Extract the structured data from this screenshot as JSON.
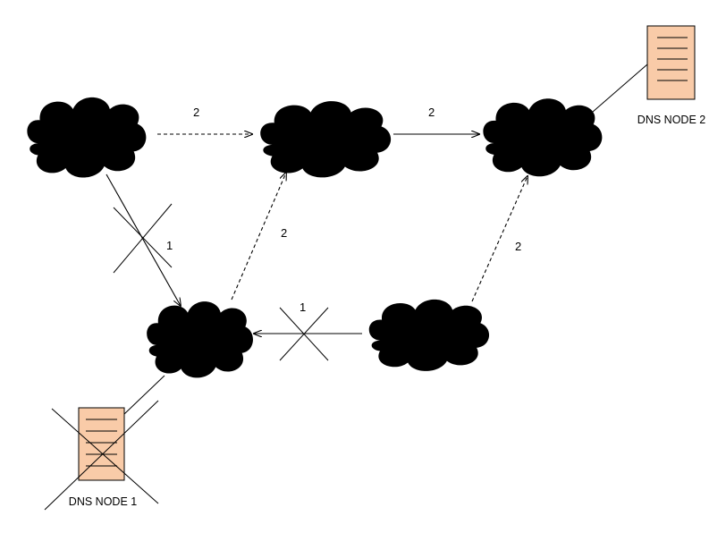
{
  "nodes": {
    "dns_node_1": {
      "label": "DNS NODE 1",
      "status": "failed"
    },
    "dns_node_2": {
      "label": "DNS NODE 2",
      "status": "active"
    }
  },
  "edges": {
    "top_left_to_top_mid": {
      "label": "2",
      "style": "dashed"
    },
    "top_mid_to_top_right": {
      "label": "2",
      "style": "solid"
    },
    "top_left_to_bottom_left": {
      "label": "1",
      "style": "solid",
      "blocked": true
    },
    "bottom_left_to_top_mid": {
      "label": "2",
      "style": "dashed"
    },
    "bottom_right_to_top_right": {
      "label": "2",
      "style": "dashed"
    },
    "bottom_right_to_bottom_left": {
      "label": "1",
      "style": "solid",
      "blocked": true
    }
  },
  "colors": {
    "cloud_fill": "#dae5f3",
    "cloud_stroke": "#8fa9cc",
    "server_fill": "#f9cba8"
  }
}
